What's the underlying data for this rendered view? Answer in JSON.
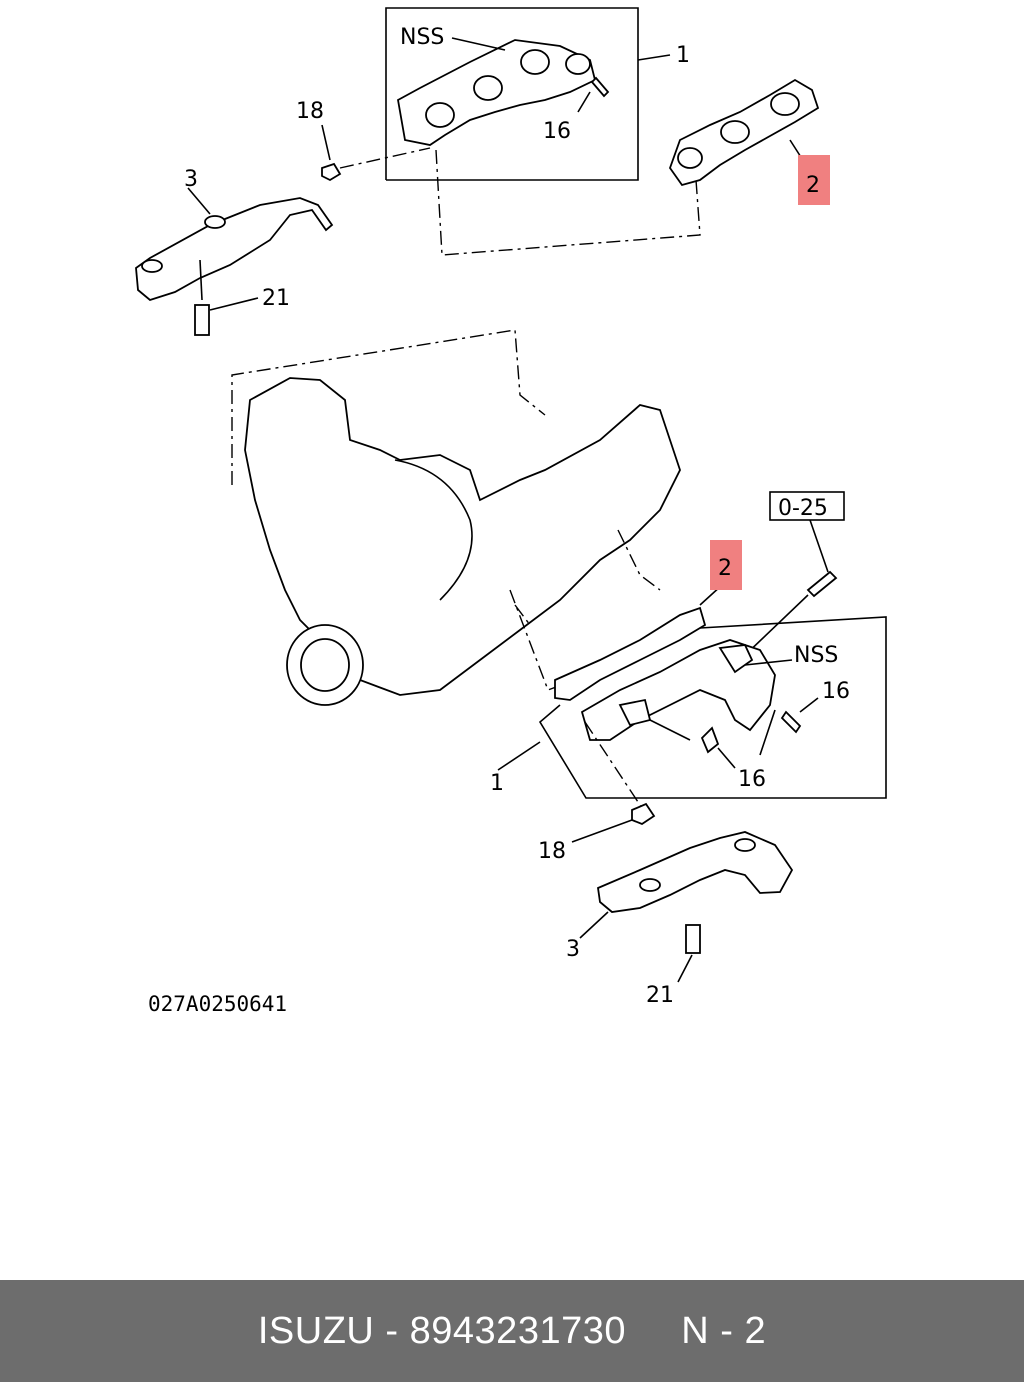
{
  "labels": {
    "nss_top": "NSS",
    "p1_top": "1",
    "p16_top": "16",
    "p18_top": "18",
    "p2_top": "2",
    "p3_top": "3",
    "p21_top": "21",
    "ref_box": "0-25",
    "p2_mid": "2",
    "nss_bottom": "NSS",
    "p16_right": "16",
    "p1_bottom": "1",
    "p16_bottom": "16",
    "p18_bottom": "18",
    "p3_bottom": "3",
    "p21_bottom": "21",
    "diagram_code": "027A0250641"
  },
  "colors": {
    "highlight": "#f08080",
    "footer_bg": "#6d6d6d",
    "footer_text": "#ffffff"
  },
  "footer": {
    "text": "ISUZU - 8943231730     N - 2"
  }
}
